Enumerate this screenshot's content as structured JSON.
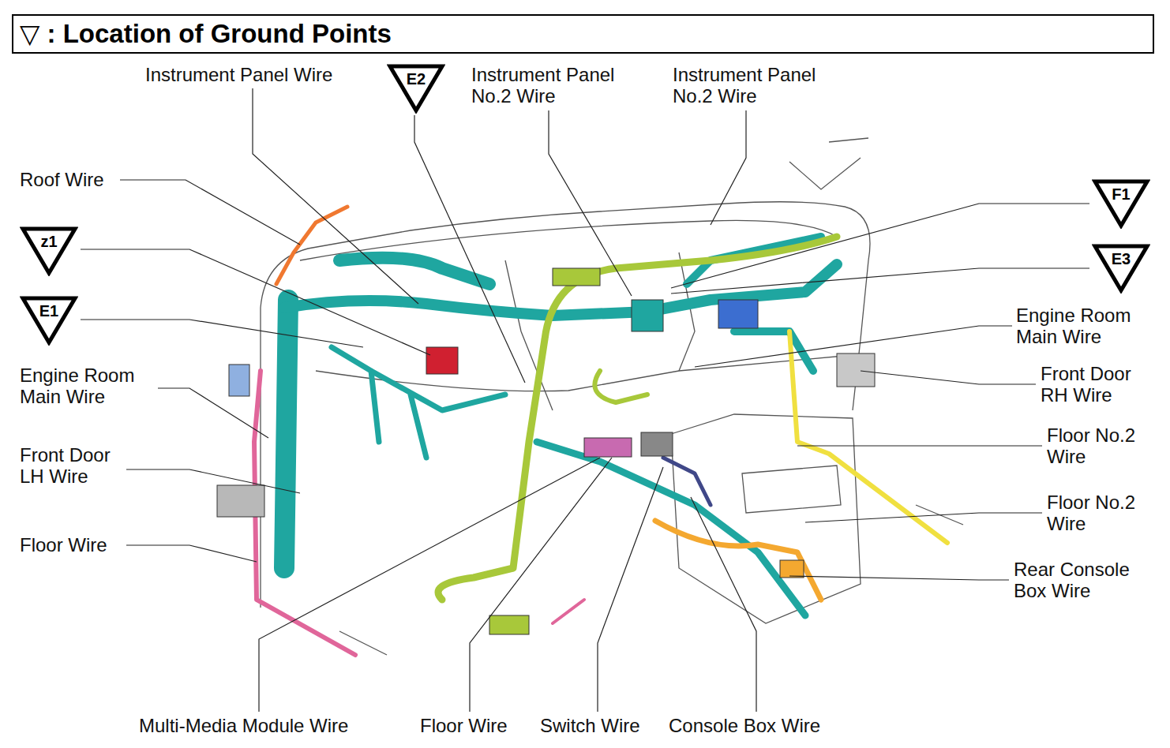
{
  "diagram": {
    "title": "▽ : Location of Ground Points",
    "nodes": [
      {
        "text": [
          "E2"
        ]
      },
      {
        "text": [
          "F1"
        ]
      },
      {
        "text": [
          "z1"
        ]
      },
      {
        "text": [
          "E3"
        ]
      },
      {
        "text": [
          "E1"
        ]
      }
    ],
    "labels": [
      "Instrument Panel Wire",
      "Instrument Panel No.2 Wire",
      "Instrument Panel No.2 Wire",
      "Roof Wire",
      "Engine Room Main Wire",
      "Front Door RH Wire",
      "Engine Room Main Wire",
      "Floor No.2 Wire",
      "Front Door LH Wire",
      "Floor No.2 Wire",
      "Floor Wire",
      "Rear Console Box Wire",
      "Multi-Media Module Wire",
      "Floor Wire",
      "Switch Wire",
      "Console Box Wire"
    ]
  }
}
